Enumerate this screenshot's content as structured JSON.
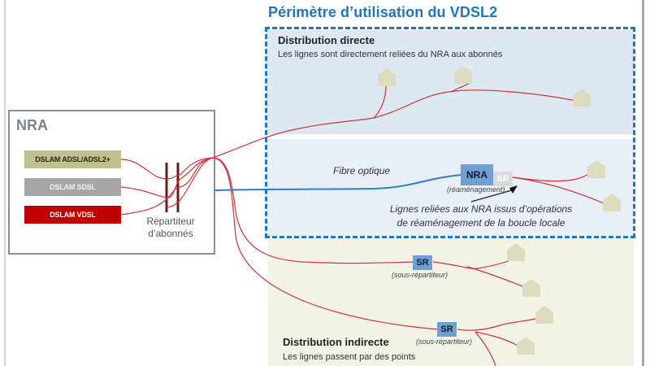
{
  "title": "Périmètre d’utilisation du VDSL2",
  "zones": {
    "direct": {
      "heading": "Distribution directe",
      "description": "Les lignes sont directement reliées du NRA aux abonnés"
    },
    "indirect": {
      "heading": "Distribution indirecte",
      "description": "Les lignes passent par des points"
    }
  },
  "nra": {
    "label": "NRA",
    "dslams": [
      {
        "label": "DSLAM ADSL/ADSL2+",
        "color": "#c0c08c",
        "text_color": "#2a2a1a"
      },
      {
        "label": "DSLAM SDSL",
        "color": "#a6a6a6",
        "text_color": "#f2f2f2"
      },
      {
        "label": "DSLAM VDSL",
        "color": "#c00000",
        "text_color": "#ffffff"
      }
    ],
    "repartiteur_line1": "Répartiteur",
    "repartiteur_line2": "d’abonnés"
  },
  "renovation": {
    "fibre_label": "Fibre optique",
    "nra_box": "NRA",
    "sr_box": "SR",
    "nra_caption": "(réaménagement)",
    "note_line1": "Lignes reliées aux NRA issus d’opérations",
    "note_line2": "de réaménagement de la boucle locale"
  },
  "sub_repartiteurs": [
    {
      "label": "SR",
      "caption": "(sous-répartiteur)"
    },
    {
      "label": "SR",
      "caption": "(sous-répartiteur)"
    }
  ],
  "colors": {
    "accent_blue": "#1f74c4",
    "copper_red": "#d0313a",
    "fibre_blue": "#2f7ccc",
    "house": "#dcdcbf"
  }
}
